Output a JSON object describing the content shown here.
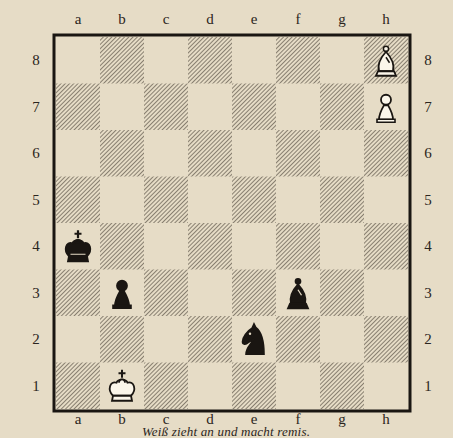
{
  "diagram": {
    "caption": "Weiß zieht an und macht remis.",
    "labels": [
      "a",
      "b",
      "c",
      "d",
      "e",
      "f",
      "g",
      "h",
      "8",
      "7",
      "6",
      "5",
      "4",
      "3",
      "2",
      "1",
      "8",
      "7",
      "6",
      "5",
      "4",
      "3",
      "2",
      "1",
      "a",
      "b",
      "c",
      "d",
      "e",
      "f",
      "g",
      "h"
    ]
  }
}
